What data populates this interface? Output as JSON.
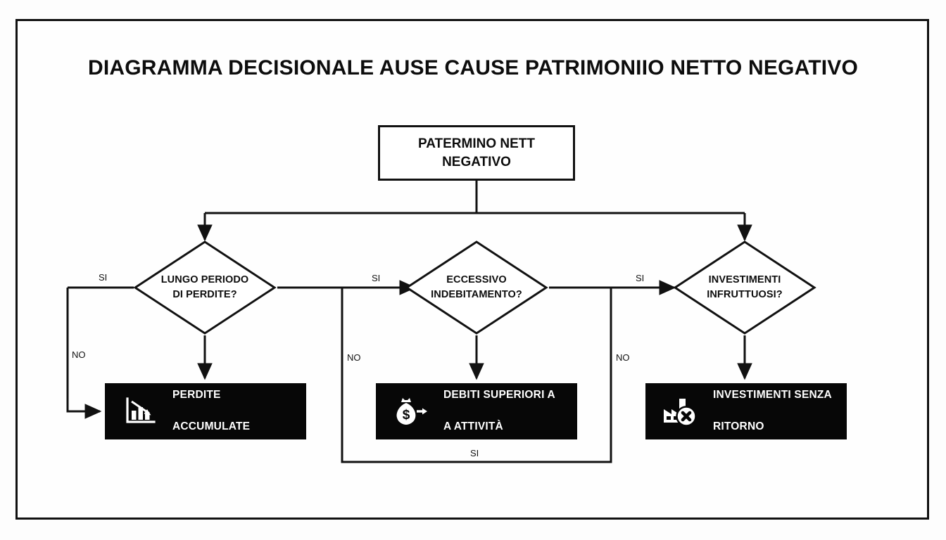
{
  "diagram": {
    "title": "DIAGRAMMA DECISIONALE AUSE CAUSE PATRIMONIIO NETTO NEGATIVO",
    "background_color": "#fdfdfd",
    "frame_color": "#111111",
    "accent_color": "#070707",
    "text_color": "#0d0d0d",
    "result_text_color": "#ffffff"
  },
  "start_node": {
    "label": "PATERMINO NETT\nNEGATIVO",
    "line1": "PATERMINO NETT",
    "line2": "NEGATIVO"
  },
  "decisions": [
    {
      "id": "decision-lungo-periodo-di-perdite",
      "line1": "LUNGO PERIODO",
      "line2": "DI PERDITE?",
      "yes_label": "SI",
      "no_label": "NO"
    },
    {
      "id": "decision-eccessivo-indebitamento",
      "line1": "ECCESSIVO",
      "line2": "INDEBITAMENTO?",
      "yes_label": "SI",
      "no_label": "NO"
    },
    {
      "id": "decision-investimenti-infruttuosi",
      "line1": "INVESTIMENTI",
      "line2": "INFRUTTUOSI?",
      "yes_label": "SI",
      "no_label": "NO"
    }
  ],
  "results": [
    {
      "id": "result-perdite-accumulate",
      "line1": "PERDITE",
      "line2": "ACCUMULATE",
      "icon": "declining-bar-chart-icon"
    },
    {
      "id": "result-debiti-superiori",
      "line1": "DEBITI SUPERIORI A",
      "line2": "A ATTIVITÀ",
      "icon": "money-bag-arrow-icon"
    },
    {
      "id": "result-investimenti-senza-ritorno",
      "line1": "INVESTIMENTI SENZA",
      "line2": "RITORNO",
      "icon": "factory-cross-icon"
    }
  ],
  "edge_labels": {
    "left_yes": "SI",
    "left_no": "NO",
    "middle_yes": "SI",
    "middle_no": "NO",
    "right_yes": "SI",
    "right_no": "NO",
    "bottom_loop_yes": "SI"
  }
}
